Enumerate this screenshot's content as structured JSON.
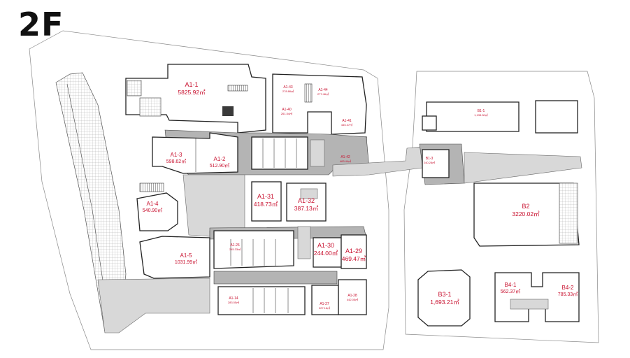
{
  "floor": "2F",
  "units": [
    {
      "id": "a1-1",
      "name": "A1-1",
      "area": "5825.92㎡",
      "size": "lg"
    },
    {
      "id": "a1-43",
      "name": "A1-43",
      "area": "278.86㎡",
      "size": "sm"
    },
    {
      "id": "a1-44",
      "name": "A1-44",
      "area": "277.46㎡",
      "size": "sm"
    },
    {
      "id": "a1-40",
      "name": "A1-40",
      "area": "261.54㎡",
      "size": "sm"
    },
    {
      "id": "a1-41",
      "name": "A1-41",
      "area": "445.37㎡",
      "size": "sm"
    },
    {
      "id": "a1-42",
      "name": "A1-42",
      "area": "463.44㎡",
      "size": "sm"
    },
    {
      "id": "a1-3",
      "name": "A1-3",
      "area": "598.62㎡",
      "size": "md"
    },
    {
      "id": "a1-2",
      "name": "A1-2",
      "area": "512.90㎡",
      "size": "md"
    },
    {
      "id": "a1-4",
      "name": "A1-4",
      "area": "540.90㎡",
      "size": "md"
    },
    {
      "id": "a1-31",
      "name": "A1-31",
      "area": "418.73㎡",
      "size": "lg"
    },
    {
      "id": "a1-32",
      "name": "A1-32",
      "area": "387.13㎡",
      "size": "lg"
    },
    {
      "id": "a1-5",
      "name": "A1-5",
      "area": "1031.99㎡",
      "size": "md"
    },
    {
      "id": "a1-26",
      "name": "A1-26",
      "area": "245.33㎡",
      "size": "sm"
    },
    {
      "id": "a1-30",
      "name": "A1-30",
      "area": "244.00㎡",
      "size": "lg"
    },
    {
      "id": "a1-29",
      "name": "A1-29",
      "area": "469.47㎡",
      "size": "lg"
    },
    {
      "id": "a1-14",
      "name": "A1-14",
      "area": "283.55㎡",
      "size": "sm"
    },
    {
      "id": "a1-27",
      "name": "A1-27",
      "area": "227.16㎡",
      "size": "sm"
    },
    {
      "id": "a1-28",
      "name": "A1-28",
      "area": "442.05㎡",
      "size": "sm"
    },
    {
      "id": "b1-1",
      "name": "B1-1",
      "area": "1,133.50㎡",
      "size": "sm"
    },
    {
      "id": "b1-3",
      "name": "B1-3",
      "area": "240.28㎡",
      "size": "sm"
    },
    {
      "id": "b2",
      "name": "B2",
      "area": "3220.02㎡",
      "size": "lg"
    },
    {
      "id": "b3-1",
      "name": "B3-1",
      "area": "1,693.21㎡",
      "size": "lg"
    },
    {
      "id": "b4-1",
      "name": "B4-1",
      "area": "562.37㎡",
      "size": "md"
    },
    {
      "id": "b4-2",
      "name": "B4-2",
      "area": "785.33㎡",
      "size": "md"
    }
  ]
}
